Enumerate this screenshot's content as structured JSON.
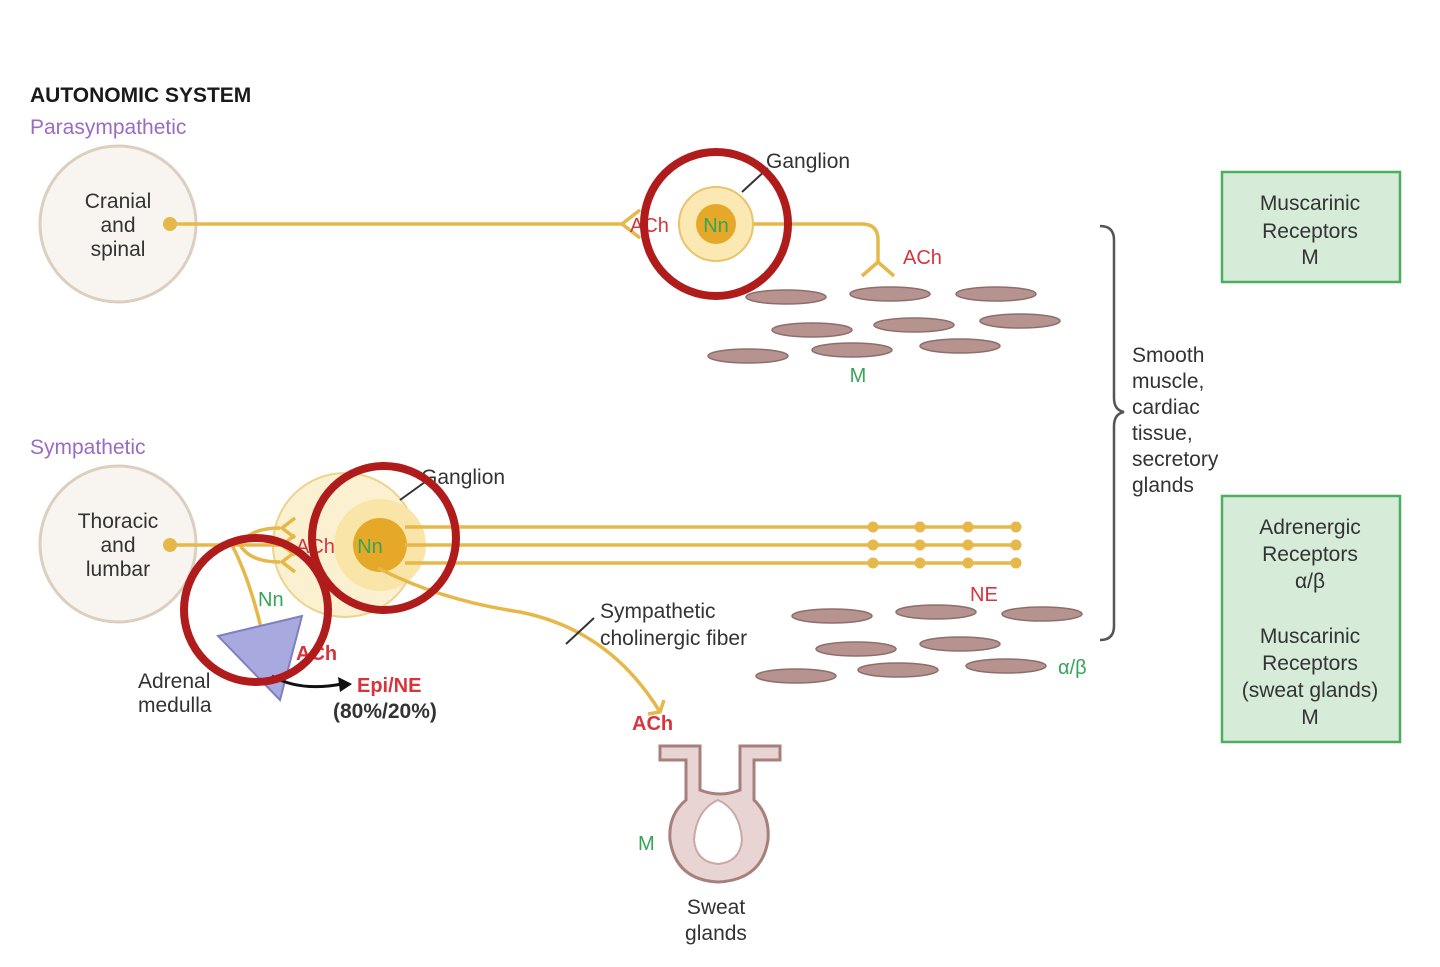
{
  "title": "AUTONOMIC SYSTEM",
  "parasympathetic": {
    "section_label": "Parasympathetic",
    "origin_label": [
      "Cranial",
      "and",
      "spinal"
    ],
    "ganglion_label": "Ganglion",
    "preganglionic_transmitter": "ACh",
    "ganglion_receptor": "Nn",
    "postganglionic_transmitter": "ACh",
    "target_receptor": "M"
  },
  "sympathetic": {
    "section_label": "Sympathetic",
    "origin_label": [
      "Thoracic",
      "and",
      "lumbar"
    ],
    "ganglion_label": "Ganglion",
    "preganglionic_transmitter": "ACh",
    "ganglion_receptor": "Nn",
    "postganglionic_transmitter": "NE",
    "target_receptor": "α/β",
    "adrenal": {
      "label": [
        "Adrenal",
        "medulla"
      ],
      "receptor": "Nn",
      "transmitter": "ACh",
      "release": "Epi/NE",
      "release_ratio": "(80%/20%)"
    },
    "cholinergic_fiber_label": [
      "Sympathetic",
      "cholinergic fiber"
    ],
    "sweat": {
      "transmitter": "ACh",
      "receptor": "M",
      "label": [
        "Sweat",
        "glands"
      ]
    }
  },
  "targets_label": [
    "Smooth",
    "muscle,",
    "cardiac",
    "tissue,",
    "secretory",
    "glands"
  ],
  "receptor_boxes": [
    {
      "lines": [
        "Muscarinic",
        "Receptors",
        "M"
      ]
    },
    {
      "lines": [
        "Adrenergic",
        "Receptors",
        "α/β",
        "",
        "Muscarinic",
        "Receptors",
        "(sweat glands)",
        "M"
      ]
    }
  ],
  "colors": {
    "nerve": "#e6b84a",
    "highlight_ring": "#b01c1c",
    "box_fill": "#d6ecd9",
    "box_border": "#4caf5f",
    "smooth_muscle": "#b79390"
  }
}
